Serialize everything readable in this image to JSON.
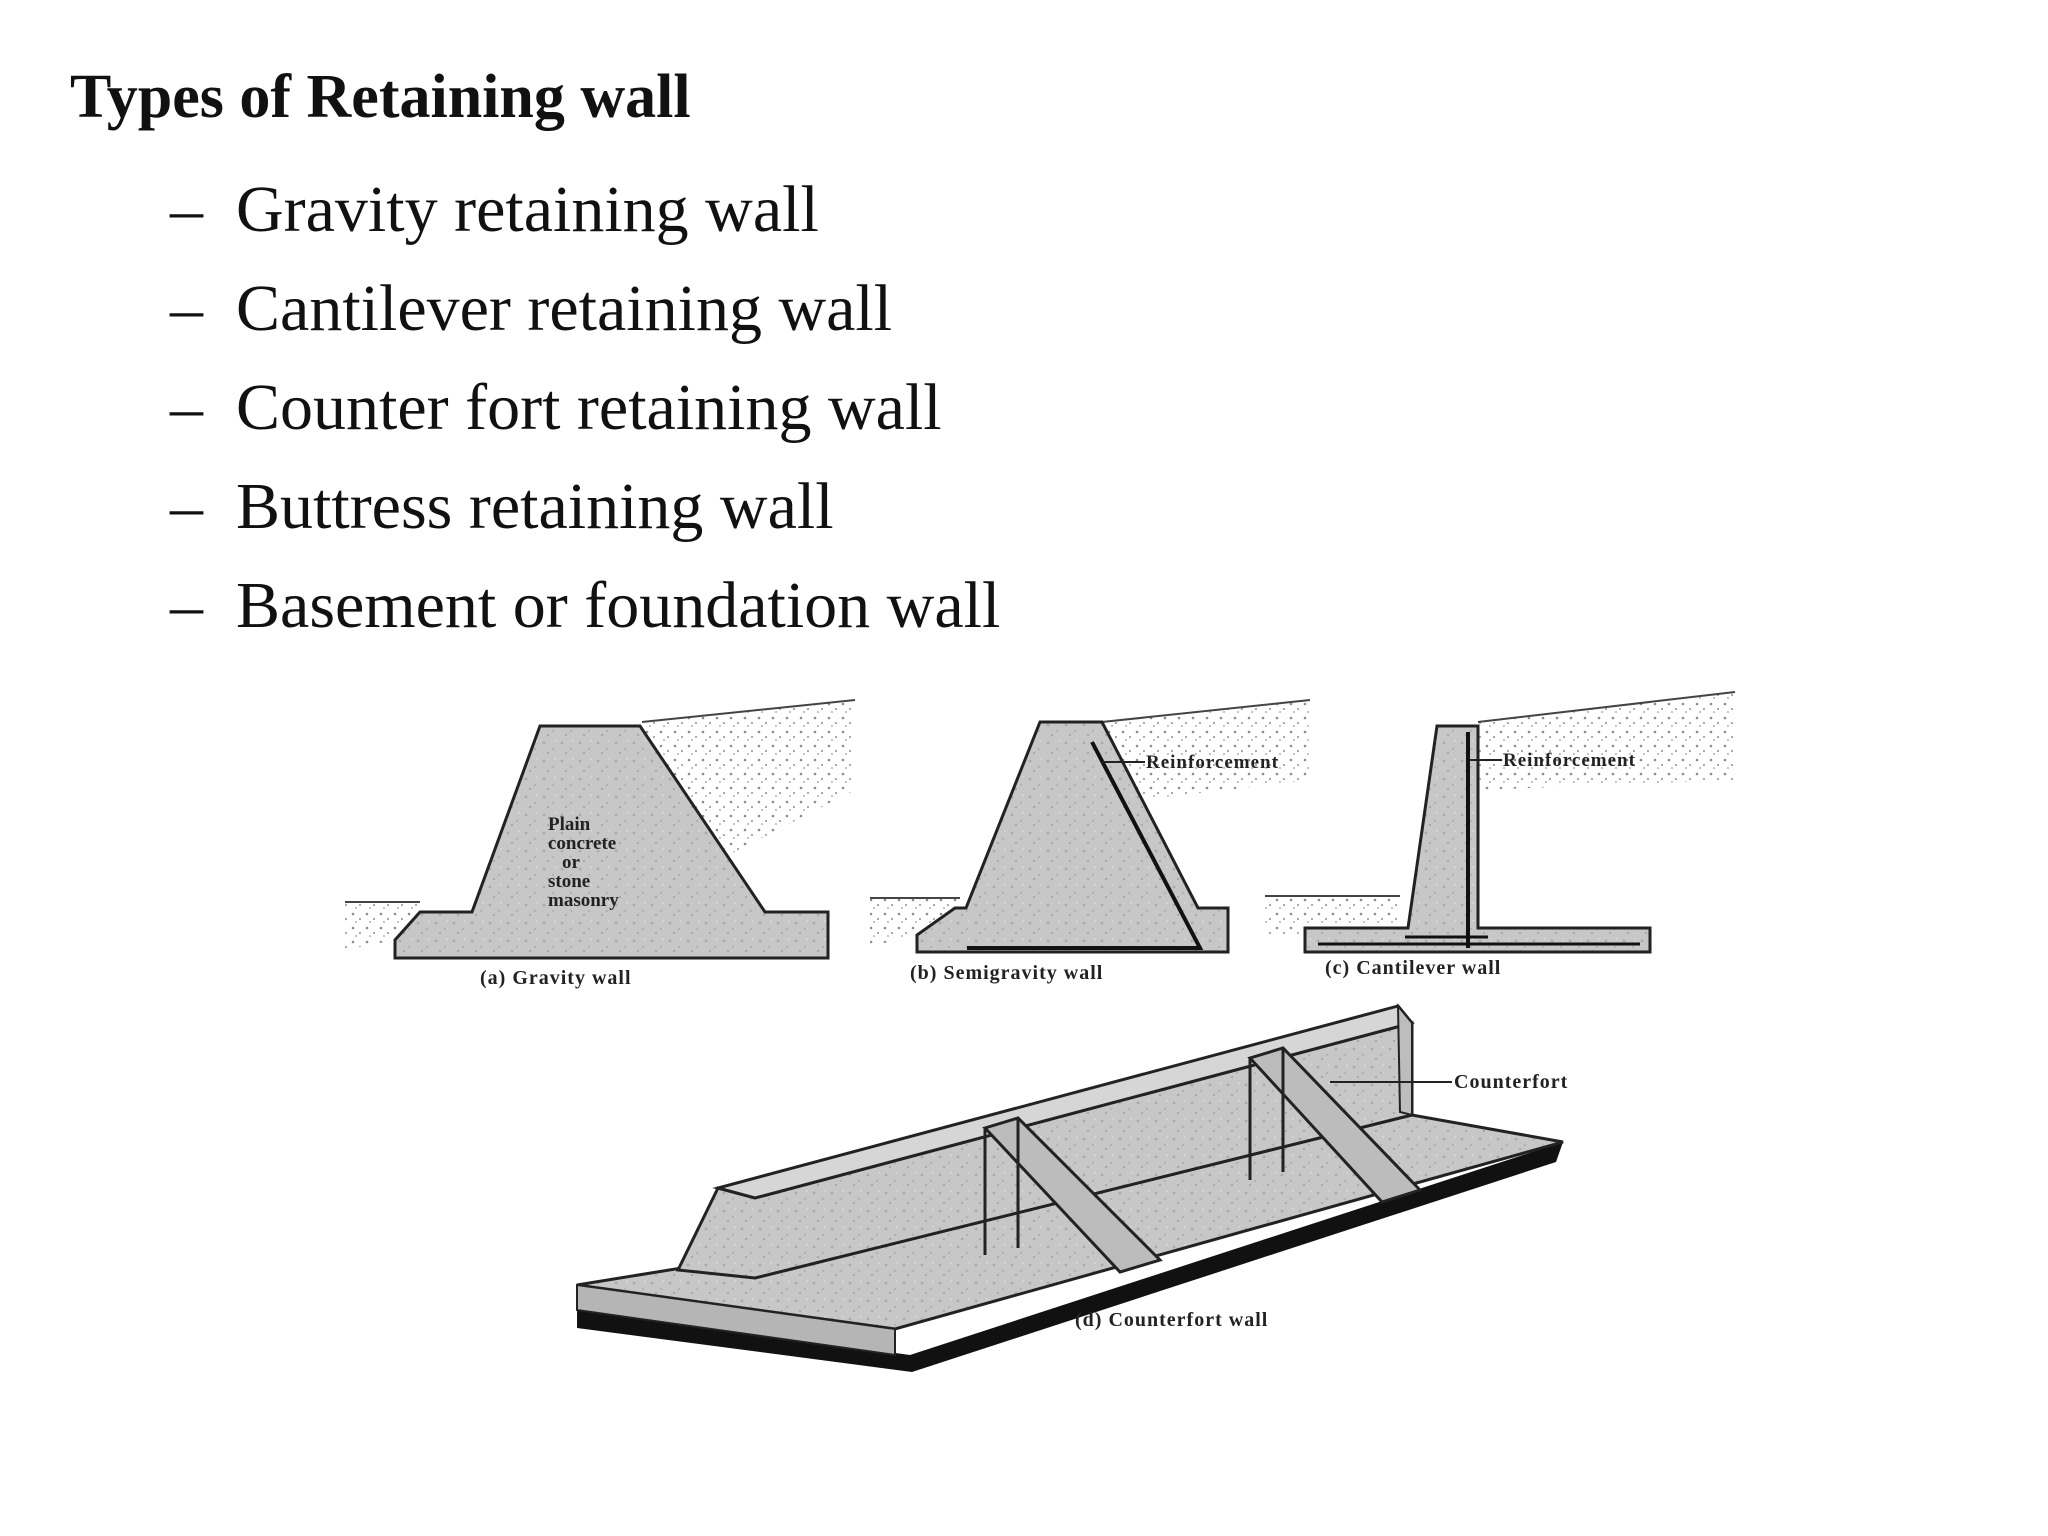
{
  "slide": {
    "title": "Types of Retaining wall",
    "bullet_marker": "–",
    "bullets": [
      "Gravity retaining wall",
      "Cantilever retaining wall",
      "Counter fort retaining wall",
      "Buttress retaining wall",
      "Basement or foundation wall"
    ]
  },
  "figure": {
    "gravity": {
      "caption": "(a) Gravity wall",
      "material_lines": [
        "Plain",
        "concrete",
        "or",
        "stone",
        "masonry"
      ]
    },
    "semigravity": {
      "caption": "(b) Semigravity wall",
      "callout": "Reinforcement"
    },
    "cantilever": {
      "caption": "(c) Cantilever wall",
      "callout": "Reinforcement"
    },
    "counterfort": {
      "caption": "(d) Counterfort wall",
      "callout": "Counterfort"
    },
    "colors": {
      "concrete": "#c9c9c9",
      "outline": "#222222",
      "soil": "#9a9a9a",
      "base_shadow": "#111111"
    }
  }
}
